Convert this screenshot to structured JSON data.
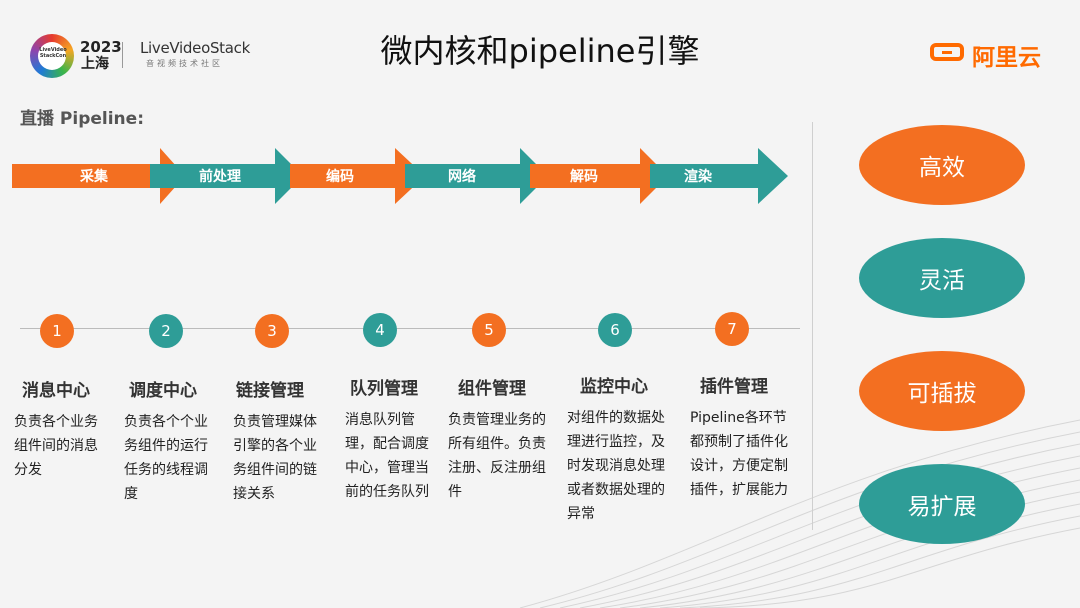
{
  "header": {
    "conf_badge": "LiveVideo StackCon",
    "conf_year": "2023",
    "conf_city": "上海",
    "brand_name": "LiveVideoStack",
    "brand_sub": "音视频技术社区",
    "title": "微内核和pipeline引擎",
    "partner": "阿里云"
  },
  "pipeline": {
    "label": "直播 Pipeline:",
    "stages": [
      "采集",
      "前处理",
      "编码",
      "网络",
      "解码",
      "渲染"
    ]
  },
  "steps": [
    {
      "num": "1",
      "title": "消息中心",
      "desc": "负责各个业务组件间的消息分发"
    },
    {
      "num": "2",
      "title": "调度中心",
      "desc": "负责各个个业务组件的运行任务的线程调度"
    },
    {
      "num": "3",
      "title": "链接管理",
      "desc": "负责管理媒体引擎的各个业务组件间的链接关系"
    },
    {
      "num": "4",
      "title": "队列管理",
      "desc": "消息队列管理，配合调度中心，管理当前的任务队列"
    },
    {
      "num": "5",
      "title": "组件管理",
      "desc": "负责管理业务的所有组件。负责注册、反注册组件"
    },
    {
      "num": "6",
      "title": "监控中心",
      "desc": "对组件的数据处理进行监控，及时发现消息处理或者数据处理的异常"
    },
    {
      "num": "7",
      "title": "插件管理",
      "desc": "Pipeline各环节都预制了插件化设计，方便定制插件，扩展能力"
    }
  ],
  "features": [
    "高效",
    "灵活",
    "可插拔",
    "易扩展"
  ],
  "colors": {
    "orange": "#f36f21",
    "teal": "#2e9d97"
  }
}
